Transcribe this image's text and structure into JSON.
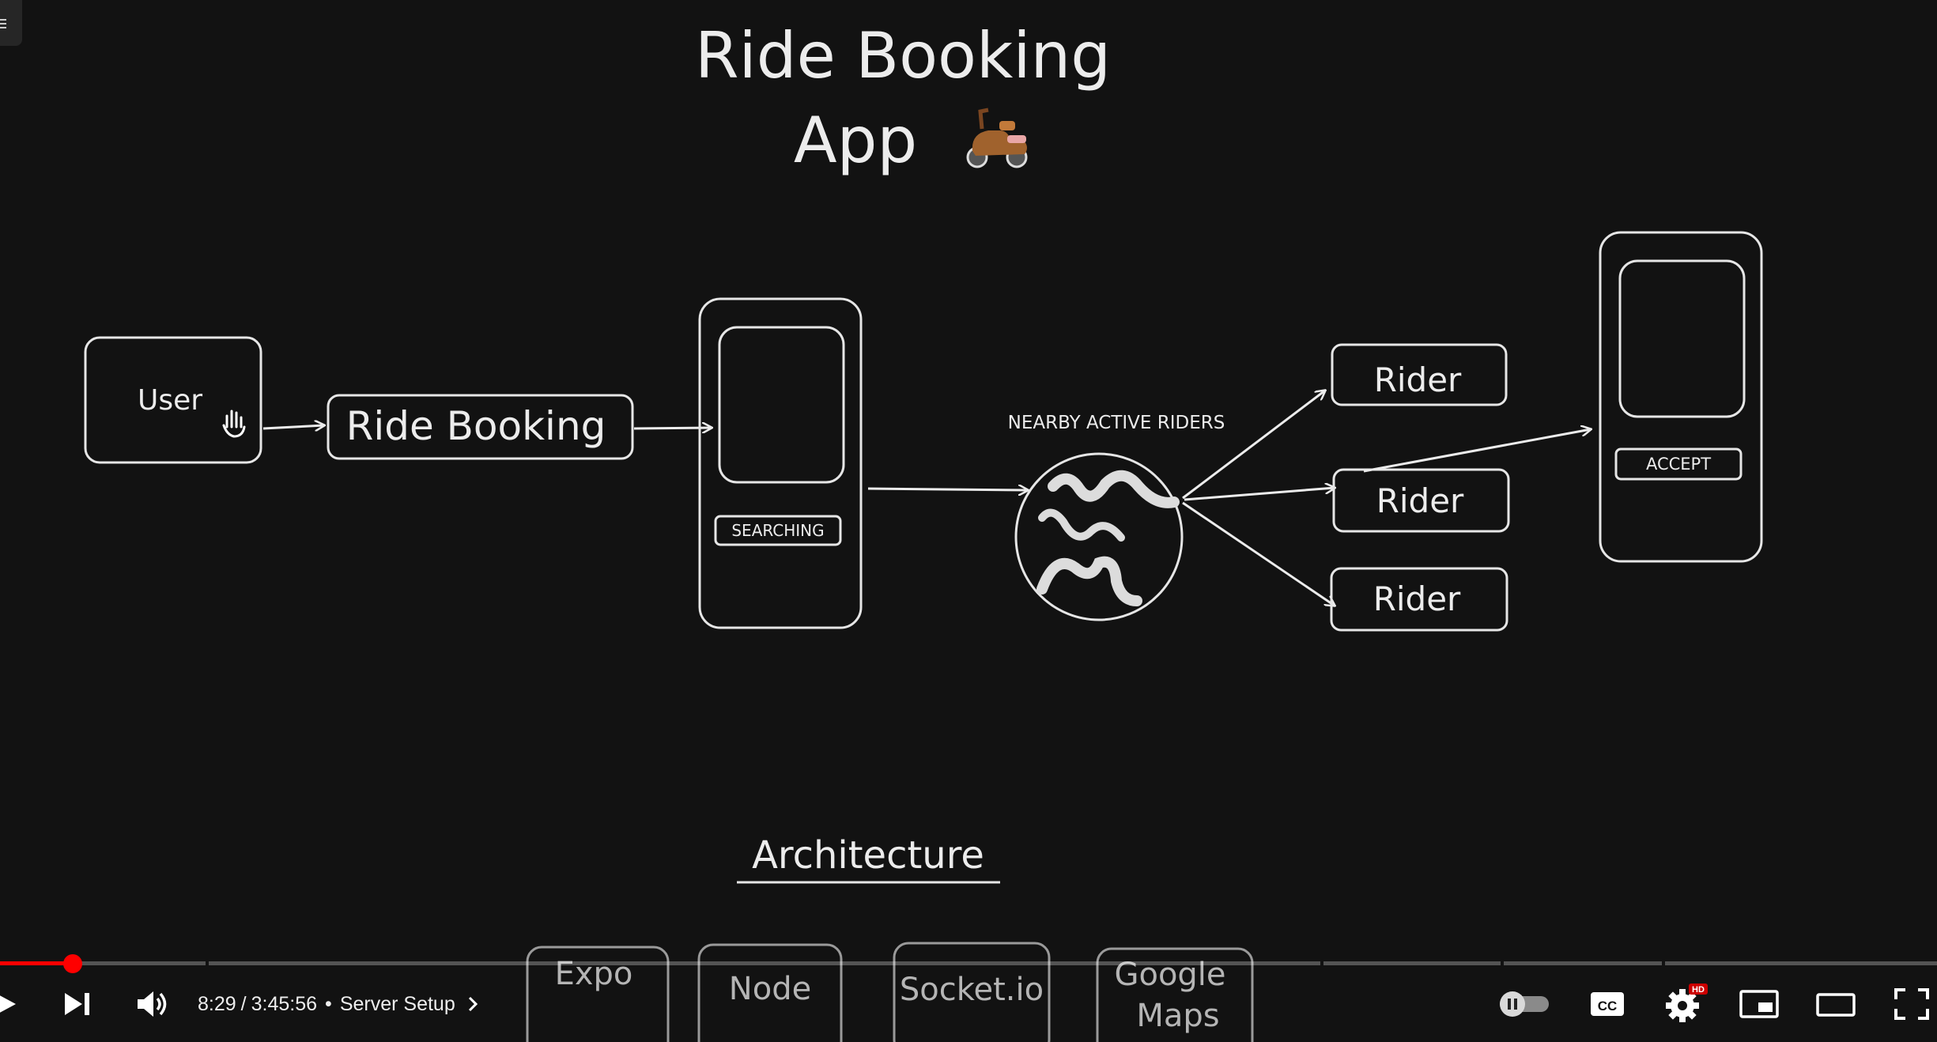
{
  "diagram": {
    "title_line1": "Ride Booking",
    "title_line2": "App",
    "user_label": "User",
    "ride_booking_label": "Ride Booking",
    "searching_label": "SEARCHING",
    "nearby_label": "NEARBY ACTIVE RIDERS",
    "riders": [
      "Rider",
      "Rider",
      "Rider"
    ],
    "accept_label": "ACCEPT",
    "architecture_label": "Architecture",
    "stack": [
      "Expo",
      "Node",
      "Socket.io",
      "Google",
      "Maps"
    ]
  },
  "player": {
    "current_time": "8:29",
    "separator": "/",
    "duration": "3:45:56",
    "dot": "•",
    "chapter": "Server Setup",
    "progress_fraction": 0.0375,
    "hd_badge": "HD",
    "cc_label": "CC",
    "accent": "#ff0000",
    "icons": [
      "play-icon",
      "next-icon",
      "volume-icon",
      "autoplay-toggle-icon",
      "captions-icon",
      "settings-icon",
      "miniplayer-icon",
      "theater-icon",
      "fullscreen-icon"
    ]
  }
}
